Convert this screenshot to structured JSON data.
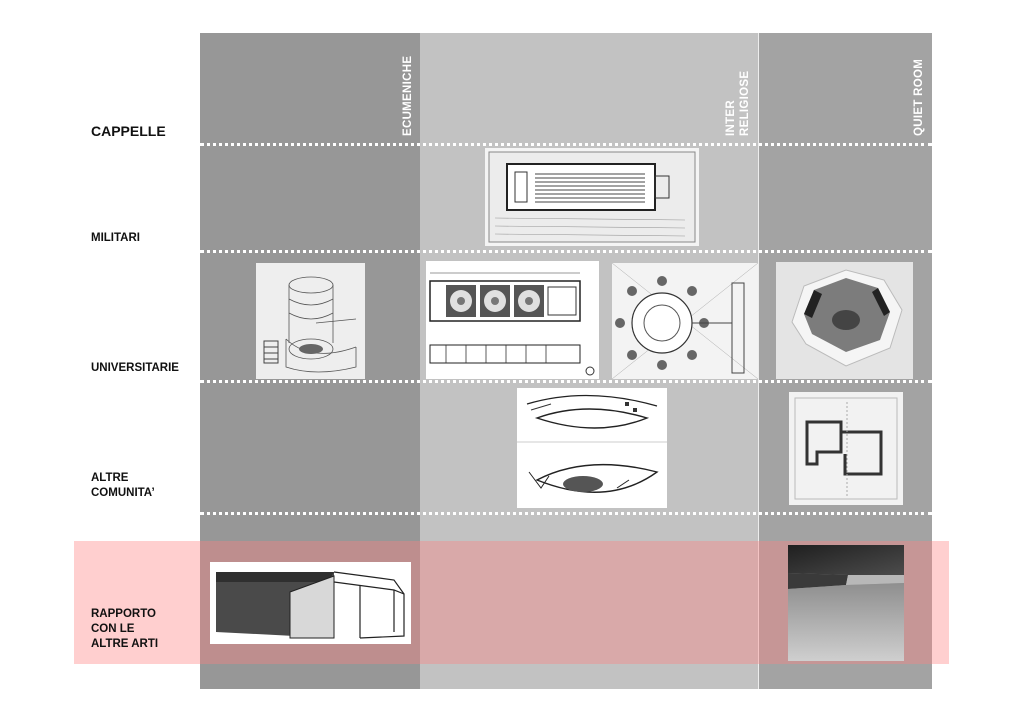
{
  "columns": [
    {
      "label": "ECUMENICHE"
    },
    {
      "label": "INTER\nRELIGIOSE"
    },
    {
      "label": "QUIET ROOM"
    }
  ],
  "rows": [
    {
      "label": "CAPPELLE"
    },
    {
      "label": "MILITARI"
    },
    {
      "label": "UNIVERSITARIE"
    },
    {
      "label": "ALTRE\nCOMUNITA’"
    },
    {
      "label": "RAPPORTO\nCON LE\nALTRE ARTI"
    }
  ],
  "colors": {
    "col_ecumeniche": "#979797",
    "col_interreligiose": "#c2c2c2",
    "col_quiet_room": "#a3a3a3",
    "highlight_band": "#ff8080"
  }
}
